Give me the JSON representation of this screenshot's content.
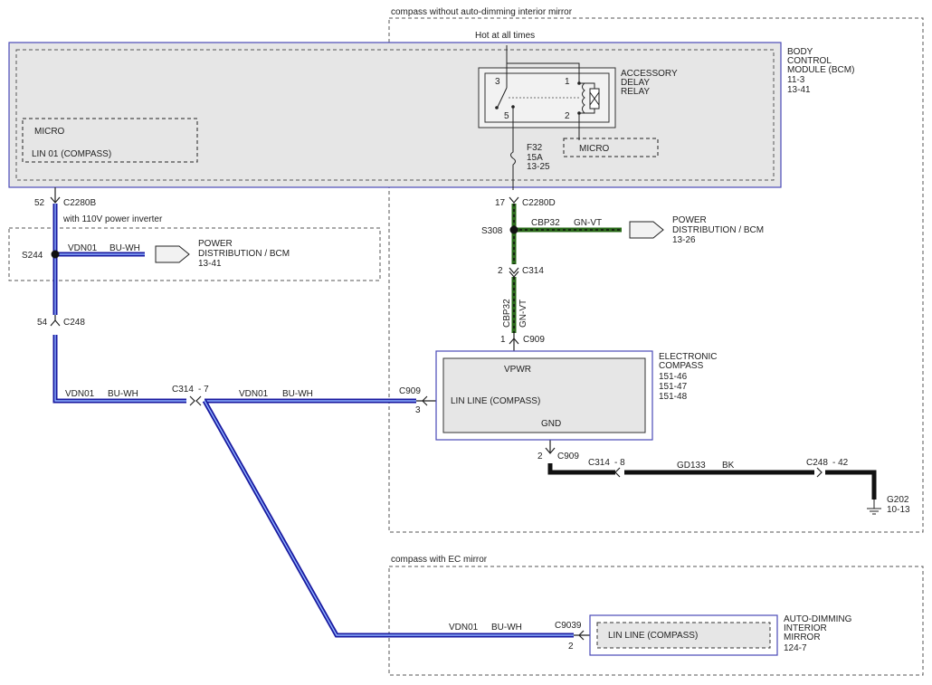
{
  "regions": {
    "without_mirror": "compass without auto-dimming interior mirror",
    "with_mirror": "compass with EC mirror",
    "inverter": "with 110V power inverter"
  },
  "bcm": {
    "title1": "BODY",
    "title2": "CONTROL",
    "title3": "MODULE (BCM)",
    "ref1": "11-3",
    "ref2": "13-41",
    "micro_left": "MICRO",
    "lin_pin": "LIN 01 (COMPASS)",
    "micro_right": "MICRO"
  },
  "relay": {
    "hot": "Hot at all times",
    "title1": "ACCESSORY",
    "title2": "DELAY",
    "title3": "RELAY",
    "pin3": "3",
    "pin1": "1",
    "pin5": "5",
    "pin2": "2"
  },
  "fuse": {
    "name": "F32",
    "rating": "15A",
    "ref": "13-25"
  },
  "connectors": {
    "c2280b": "C2280B",
    "c2280b_pin": "52",
    "c2280d": "C2280D",
    "c2280d_pin": "17",
    "c248_top": "C248",
    "c248_top_pin": "54",
    "c314_mid": "C314",
    "c314_mid_pin": "2",
    "c909_top": "C909",
    "c909_top_pin": "1",
    "c314_7": "C314",
    "c314_7_pin": "- 7",
    "c909_left": "C909",
    "c909_left_pin": "3",
    "c909_bottom": "C909",
    "c909_bottom_pin": "2",
    "c314_8": "C314",
    "c314_8_pin": "- 8",
    "c248_42": "C248",
    "c248_42_pin": "- 42",
    "c9039": "C9039",
    "c9039_pin": "2"
  },
  "splices": {
    "s244": "S244",
    "s308": "S308"
  },
  "power_dist_left": {
    "line1": "POWER",
    "line2": "DISTRIBUTION / BCM",
    "ref": "13-41"
  },
  "power_dist_right": {
    "line1": "POWER",
    "line2": "DISTRIBUTION / BCM",
    "ref": "13-26"
  },
  "wires": {
    "vdn01": "VDN01",
    "buwh": "BU-WH",
    "cbp32": "CBP32",
    "gnvt": "GN-VT",
    "gd133": "GD133",
    "bk": "BK"
  },
  "compass": {
    "title1": "ELECTRONIC",
    "title2": "COMPASS",
    "ref1": "151-46",
    "ref2": "151-47",
    "ref3": "151-48",
    "vpwr": "VPWR",
    "lin": "LIN LINE (COMPASS)",
    "gnd": "GND"
  },
  "ground": {
    "name": "G202",
    "ref": "10-13"
  },
  "mirror": {
    "title1": "AUTO-DIMMING",
    "title2": "INTERIOR",
    "title3": "MIRROR",
    "ref": "124-7",
    "lin": "LIN LINE (COMPASS)"
  },
  "colors": {
    "wire_blue": "#1a1aa0",
    "wire_green": "#2a6a1a",
    "module_border": "#4a4ab8",
    "module_fill": "#e6e6e6"
  }
}
